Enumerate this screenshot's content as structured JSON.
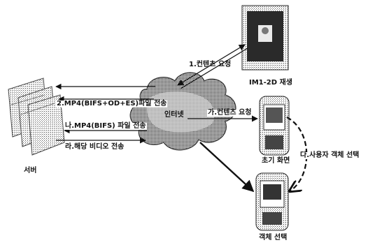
{
  "diagram": {
    "cloud_label": "인터넷",
    "server_label": "서버",
    "top_device_label": "IM1-2D 재생",
    "mid_device_label": "초기 화면",
    "bottom_device_label": "객체 선택",
    "arrows": {
      "request_top": "1.컨텐츠 요청",
      "mp4_full": "2.MP4(BIFS+OD+ES)파일 전송",
      "request_mid": "가.컨텐츠 요청",
      "mp4_bifs": "나.MP4(BIFS) 파일 전송",
      "user_select": "다.사용자 객체 선택",
      "video_send": "라.해당 비디오 전송"
    }
  },
  "colors": {
    "ink": "#111111",
    "dither": "#6a6a6a",
    "cloud_fill": "#c9c9c9"
  },
  "icons": [
    "server-icon",
    "cloud-icon",
    "pc-monitor-icon",
    "mobile-phone-icon"
  ]
}
